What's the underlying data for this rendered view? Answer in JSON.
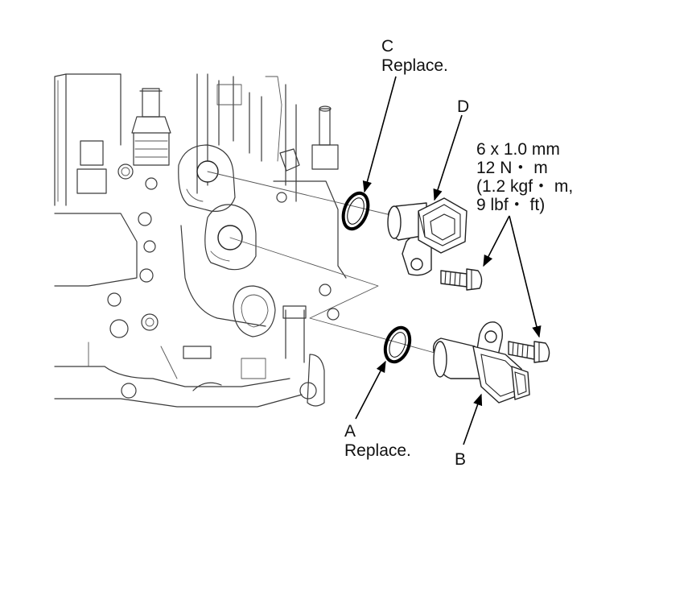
{
  "labels": {
    "c_letter": "C",
    "c_note": "Replace.",
    "d_letter": "D",
    "spec_line1": "6 x 1.0 mm",
    "spec_line2": "12 N・ m",
    "spec_line3": "(1.2 kgf・ m,",
    "spec_line4": "9 lbf・ ft)",
    "a_letter": "A",
    "a_note": "Replace.",
    "b_letter": "B"
  },
  "colors": {
    "background": "#ffffff",
    "line": "#000000",
    "drawing": "#3a3a3a"
  }
}
